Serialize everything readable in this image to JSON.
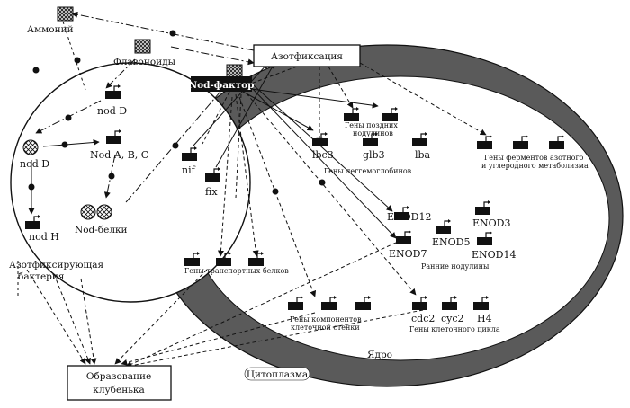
{
  "boxes": {
    "azotfiksatsiya": "Азотфиксация",
    "obrazovanie_1": "Образование",
    "obrazovanie_2": "клубенька",
    "nod_factor": "Nod-фактор"
  },
  "compartments": {
    "bacterium_1": "Азотфиксирующая",
    "bacterium_2": "бактерия",
    "nucleus": "Ядро",
    "cytoplasm": "Цитоплазма"
  },
  "molecules": {
    "ammonium": "Аммоний",
    "flavonoids": "Флавоноиды",
    "nod_proteins": "Nod-белки"
  },
  "bacterial_genes": {
    "nodD_gene": "nod D",
    "nodD_protein": "nod D",
    "nodABC": "Nod A, B, C",
    "nodH": "nod H",
    "nif": "nif",
    "fix": "fix"
  },
  "plant_genes": {
    "lbc3": "lbc3",
    "glb3": "glb3",
    "lba": "lba",
    "enod12": "ENOD12",
    "enod3": "ENOD3",
    "enod5": "ENOD5",
    "enod7": "ENOD7",
    "enod14": "ENOD14",
    "cdc2": "cdc2",
    "cyc2": "cyc2",
    "h4": "H4"
  },
  "gene_groups": {
    "late_nodulins_1": "Гены поздних",
    "late_nodulins_2": "нодулинов",
    "leghemoglobins": "Гены леггемоглобинов",
    "enzymes_1": "Гены ферментов азотного",
    "enzymes_2": "и углеродного метаболизма",
    "early_nodulins": "Ранние нодулины",
    "transport": "Гены транспортных белков",
    "cell_wall_1": "Гены компонентов",
    "cell_wall_2": "клеточной стенки",
    "cell_cycle": "Гены клеточного цикла"
  }
}
